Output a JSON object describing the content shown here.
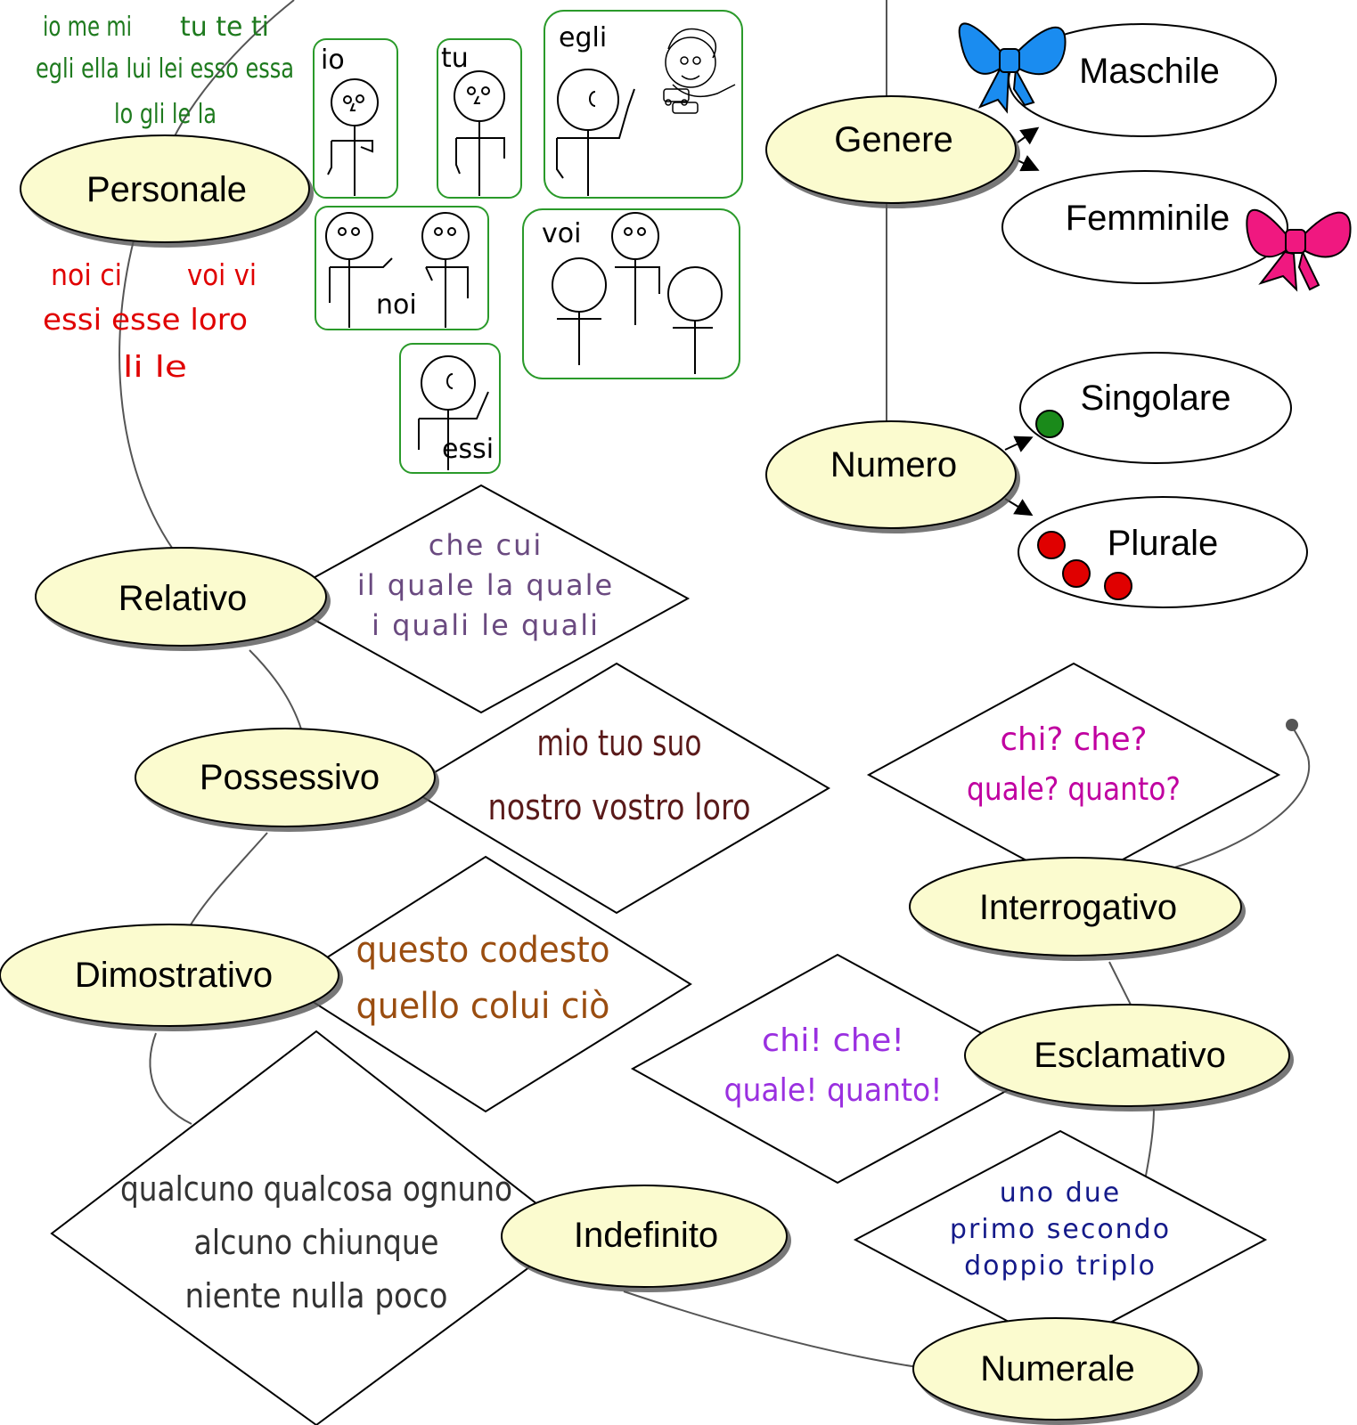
{
  "colors": {
    "oval_fill": "#fbfbcf",
    "personal_singular": "#1e7a1e",
    "personal_plural": "#e00000",
    "relativo": "#6a4a80",
    "possessivo": "#5a1a1a",
    "dimostrativo": "#9a4d10",
    "interrogativo": "#c000a0",
    "esclamativo": "#9a30e0",
    "numerale": "#141a8a",
    "indefinito": "#333333",
    "maschile": "#1e3a6a",
    "femminile": "#d0139a",
    "singolare": "#1a8a1a",
    "plurale": "#e00000",
    "card_border": "#2a9a2a"
  },
  "nodes": {
    "personale": "Personale",
    "relativo": "Relativo",
    "possessivo": "Possessivo",
    "dimostrativo": "Dimostrativo",
    "indefinito": "Indefinito",
    "interrogativo": "Interrogativo",
    "esclamativo": "Esclamativo",
    "numerale": "Numerale",
    "genere": "Genere",
    "numero": "Numero",
    "maschile": "Maschile",
    "femminile": "Femminile",
    "singolare": "Singolare",
    "plurale": "Plurale"
  },
  "personal_forms": {
    "singular": [
      "io me mi",
      "tu te ti",
      "egli ella lui lei esso essa",
      "lo gli le la"
    ],
    "plural": [
      "noi ci",
      "voi vi",
      "essi esse loro",
      "li  le"
    ]
  },
  "cards": {
    "io": "io",
    "tu": "tu",
    "egli": "egli",
    "noi": "noi",
    "voi": "voi",
    "essi": "essi"
  },
  "diamonds": {
    "relativo": [
      "che   cui",
      "il quale   la quale",
      "i quali   le quali"
    ],
    "possessivo": [
      "mio tuo suo",
      "nostro vostro loro"
    ],
    "dimostrativo": [
      "questo  codesto",
      "quello  colui  ciò"
    ],
    "indefinito": [
      "qualcuno qualcosa ognuno",
      "alcuno chiunque",
      "niente nulla poco"
    ],
    "interrogativo": [
      "chi?  che?",
      "quale? quanto?"
    ],
    "esclamativo": [
      "chi!  che!",
      "quale! quanto!"
    ],
    "numerale": [
      "uno     due",
      "primo secondo",
      "doppio triplo"
    ]
  },
  "icons": {
    "maschile_bow": "blue-bow-icon",
    "femminile_bow": "pink-bow-icon",
    "singolare_dot": "green-dot-icon",
    "plurale_dots": "red-dots-icon"
  }
}
